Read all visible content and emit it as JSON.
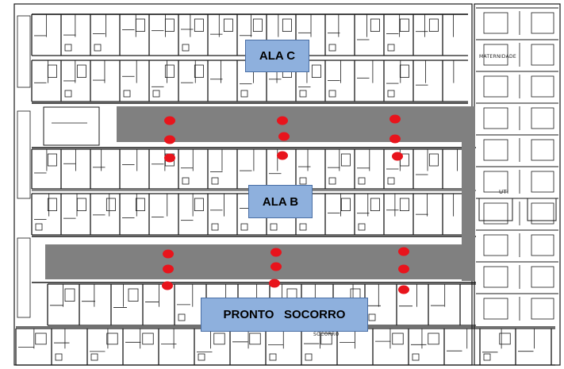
{
  "floorplan": {
    "wings": [
      {
        "id": "ala-c",
        "label": "ALA C"
      },
      {
        "id": "ala-b",
        "label": "ALA B"
      },
      {
        "id": "ps",
        "label": "PRONTO   SOCORRO"
      }
    ],
    "small_labels": {
      "maternidade": "MATERNIDADE",
      "uti": "UTI",
      "socorro": "SOCORRO"
    },
    "colors": {
      "corridor": "#808080",
      "marker": "#e8141c",
      "label_fill": "#8eb0dd",
      "wall": "#1a1a1a"
    }
  }
}
